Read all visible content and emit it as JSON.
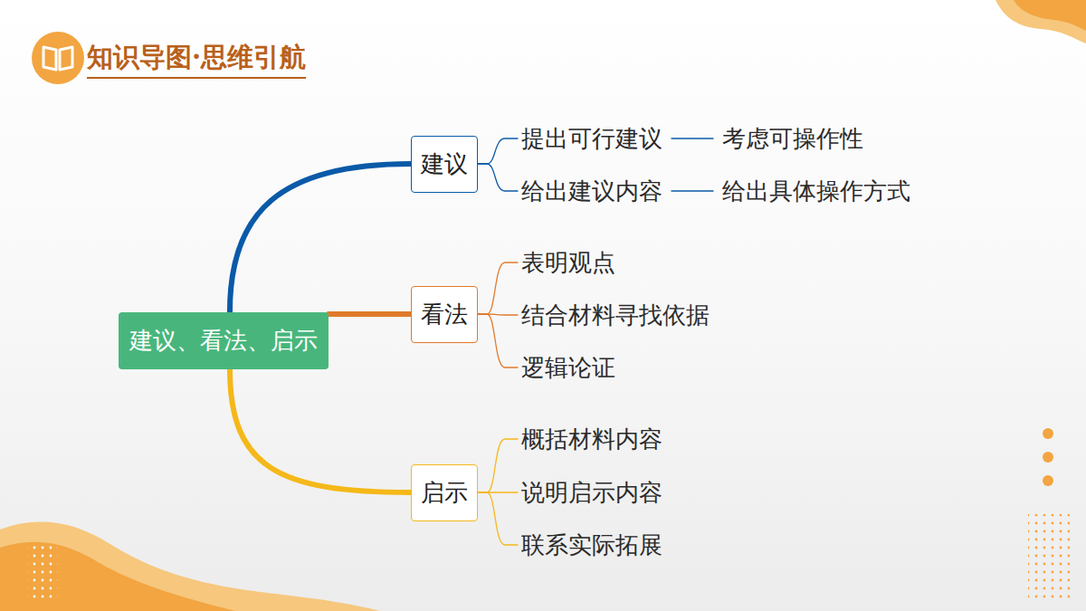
{
  "diagram": {
    "title": "知识导图·思维引航",
    "nodes": [
      {
        "text": [
          "建议、看法、启示"
        ]
      },
      {
        "text": [
          "建议"
        ]
      },
      {
        "text": [
          "提出可行建议"
        ]
      },
      {
        "text": [
          "考虑可操作性"
        ]
      },
      {
        "text": [
          "给出建议内容"
        ]
      },
      {
        "text": [
          "给出具体操作方式"
        ]
      },
      {
        "text": [
          "看法"
        ]
      },
      {
        "text": [
          "表明观点"
        ]
      },
      {
        "text": [
          "结合材料寻找依据"
        ]
      },
      {
        "text": [
          "逻辑论证"
        ]
      },
      {
        "text": [
          "启示"
        ]
      },
      {
        "text": [
          "概括材料内容"
        ]
      },
      {
        "text": [
          "说明启示内容"
        ]
      },
      {
        "text": [
          "联系实际拓展"
        ]
      }
    ],
    "edges": [
      {
        "from": 0,
        "to": 1,
        "arrow": "none"
      },
      {
        "from": 0,
        "to": 6,
        "arrow": "none"
      },
      {
        "from": 0,
        "to": 10,
        "arrow": "none"
      },
      {
        "from": 1,
        "to": 2,
        "arrow": "none"
      },
      {
        "from": 1,
        "to": 4,
        "arrow": "none"
      },
      {
        "from": 2,
        "to": 3,
        "arrow": "none"
      },
      {
        "from": 4,
        "to": 5,
        "arrow": "none"
      },
      {
        "from": 6,
        "to": 7,
        "arrow": "none"
      },
      {
        "from": 6,
        "to": 8,
        "arrow": "none"
      },
      {
        "from": 6,
        "to": 9,
        "arrow": "none"
      },
      {
        "from": 10,
        "to": 11,
        "arrow": "none"
      },
      {
        "from": 10,
        "to": 12,
        "arrow": "none"
      },
      {
        "from": 10,
        "to": 13,
        "arrow": "none"
      }
    ]
  }
}
